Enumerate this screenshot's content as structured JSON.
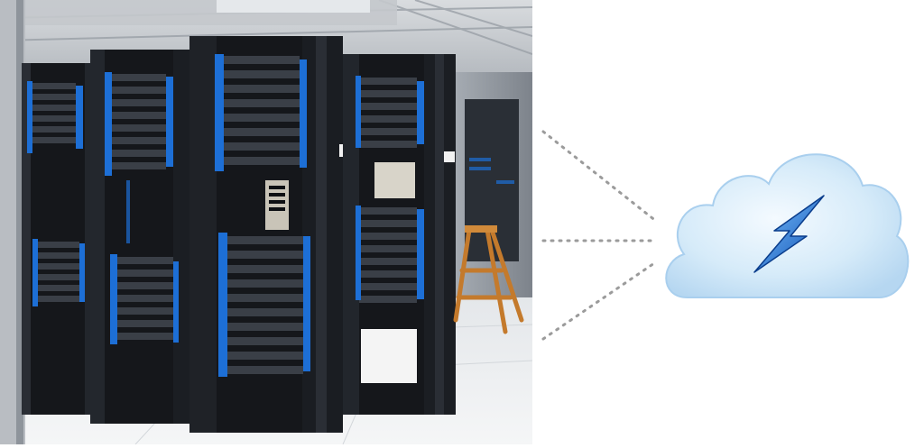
{
  "photo": {
    "subject": "server-racks",
    "colors": {
      "ceiling": "#c9ccd0",
      "floor": "#e9ecef",
      "rack": "#15171b",
      "rack_edge": "#2a2e35",
      "cable_blue": "#1d6fd6",
      "panel": "#3a3f47",
      "panel_slot": "#0e1014",
      "back_wall": "#8d939b",
      "ladder": "#c47a2c"
    }
  },
  "connectors": {
    "count": 3,
    "style": "dotted",
    "color": "#9b9b9b"
  },
  "cloud": {
    "icon": "cloud-icon",
    "colors": {
      "light": "#f4faff",
      "mid": "#d6ebf9",
      "dark": "#b6d7f1",
      "edge": "#a9cfee"
    }
  },
  "bolt": {
    "icon": "lightning-bolt-icon",
    "colors": {
      "light": "#7fc3ff",
      "dark": "#0b4fb3",
      "outline": "#0a3d8c"
    }
  }
}
